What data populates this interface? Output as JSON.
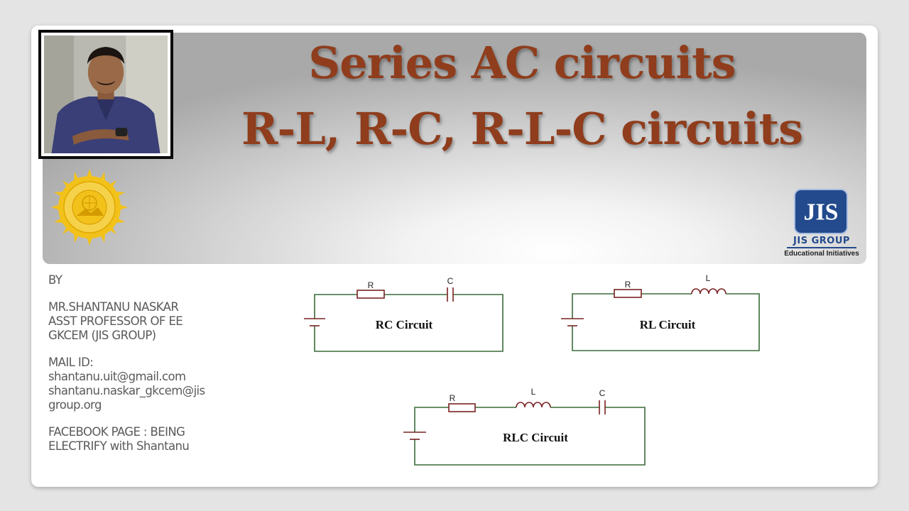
{
  "slide": {
    "title_line1": "Series AC circuits",
    "title_line2": "R-L, R-C, R-L-C circuits"
  },
  "presenter": {
    "by": "BY",
    "name": "MR.SHANTANU NASKAR",
    "position": "ASST PROFESSOR OF EE",
    "institute": "GKCEM (JIS GROUP)",
    "mail_label": "MAIL ID:",
    "email1": "shantanu.uit@gmail.com",
    "email2_part1": "shantanu.naskar_gkcem@jis",
    "email2_part2": "group.org",
    "facebook_line1": "FACEBOOK PAGE : BEING",
    "facebook_line2": "ELECTRIFY with Shantanu"
  },
  "logos": {
    "jis_mark": "JIS",
    "jis_group": "JIS GROUP",
    "jis_tagline": "Educational Initiatives"
  },
  "circuits": {
    "rc": {
      "name": "RC Circuit",
      "r_label": "R",
      "c_label": "C"
    },
    "rl": {
      "name": "RL Circuit",
      "r_label": "R",
      "l_label": "L"
    },
    "rlc": {
      "name": "RLC Circuit",
      "r_label": "R",
      "l_label": "L",
      "c_label": "C"
    }
  },
  "colors": {
    "title": "#8f3d1c",
    "wire": "#3a6b3a",
    "component": "#7a2222",
    "jis_blue": "#234a8c",
    "logo_yellow": "#f2c21a"
  }
}
